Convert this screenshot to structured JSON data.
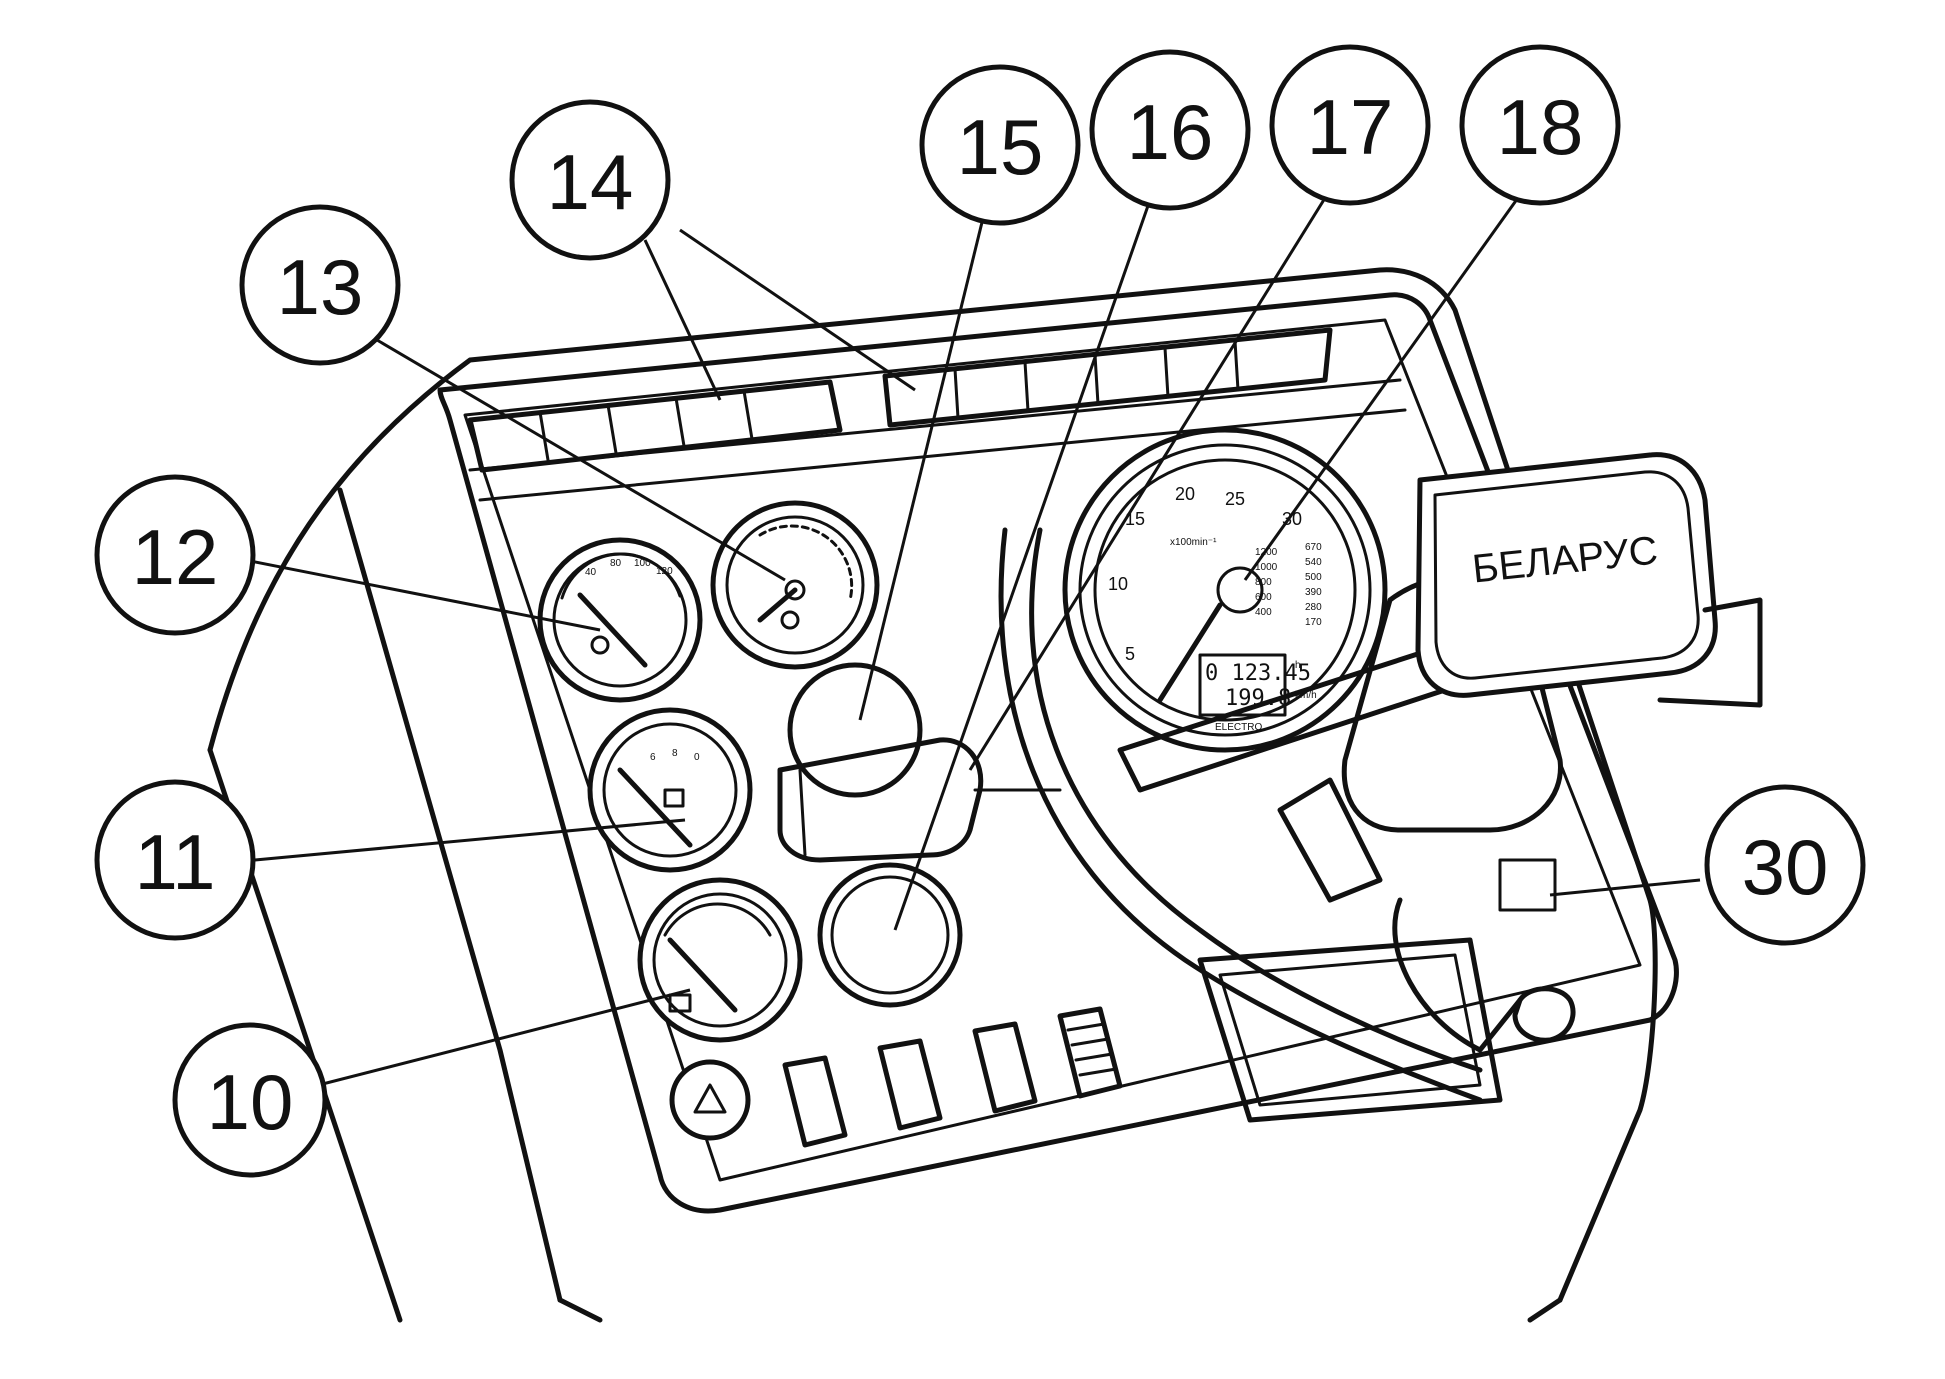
{
  "callouts": [
    {
      "label": "10"
    },
    {
      "label": "11"
    },
    {
      "label": "12"
    },
    {
      "label": "13"
    },
    {
      "label": "14"
    },
    {
      "label": "15"
    },
    {
      "label": "16"
    },
    {
      "label": "17"
    },
    {
      "label": "18"
    },
    {
      "label": "30"
    }
  ],
  "badge": {
    "text": "БЕЛАРУС"
  },
  "tachometer": {
    "scale": [
      "5",
      "10",
      "15",
      "20",
      "25",
      "30"
    ],
    "unit_label": "x100min⁻¹",
    "pto_scale": [
      "1200",
      "1000",
      "800",
      "600",
      "400"
    ],
    "speed_scale": [
      "670",
      "540",
      "500",
      "390",
      "280",
      "170"
    ],
    "odometer": "0 123.45",
    "trip": "199.8",
    "hours_unit": "h",
    "speed_unit": "km/h",
    "brand": "ELECTRO"
  },
  "gauge_12": {
    "scale": [
      "40",
      "80",
      "100",
      "120"
    ]
  },
  "gauge_11": {
    "scale": [
      "6",
      "8",
      "0"
    ]
  }
}
